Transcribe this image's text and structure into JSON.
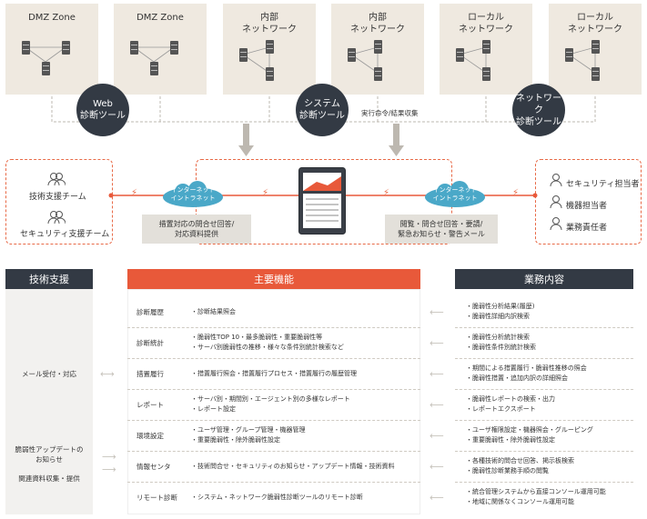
{
  "zones": [
    {
      "label": "DMZ Zone"
    },
    {
      "label": "DMZ Zone"
    },
    {
      "label": "内部\nネットワーク"
    },
    {
      "label": "内部\nネットワーク"
    },
    {
      "label": "ローカル\nネットワーク"
    },
    {
      "label": "ローカル\nネットワーク"
    }
  ],
  "tools": [
    {
      "label": "Web\n診断ツール"
    },
    {
      "label": "システム\n診断ツール"
    },
    {
      "label": "ネットワーク\n診断ツール"
    }
  ],
  "exec_note": "実行命令/結果収集",
  "clouds": [
    {
      "label": "インターネット\nイントラネット"
    },
    {
      "label": "インターネット\nイントラネット"
    }
  ],
  "left_people": [
    "技術支援チーム",
    "セキュリティ支援チーム"
  ],
  "right_people": [
    "セキュリティ担当者",
    "機器担当者",
    "業務責任者"
  ],
  "center_labels": {
    "left": "措置対応の問合せ回答/\n対応資料提供",
    "right": "閲覧・問合せ回答・要請/\n緊急お知らせ・警告メール"
  },
  "headers": {
    "left": "技術支援",
    "center": "主要機能",
    "right": "業務内容"
  },
  "tech_support": {
    "item1": "メール受付・対応",
    "item2": "脆弱性アップデートの\nお知らせ",
    "item3": "関連資料収集・提供"
  },
  "functions": [
    {
      "name": "診断履歴",
      "lines": [
        "・診断結果照会"
      ]
    },
    {
      "name": "診断統計",
      "lines": [
        "・脆弱性TOP 10・最多脆弱性・重要脆弱性等",
        "・サーバ別脆弱性の推移・様々な条件別統計検索など"
      ]
    },
    {
      "name": "措置履行",
      "lines": [
        "・措置履行照会・措置履行プロセス・措置履行の履歴管理"
      ]
    },
    {
      "name": "レポート",
      "lines": [
        "・サーバ別・期間別・エージェント別の多様なレポート",
        "・レポート設定"
      ]
    },
    {
      "name": "環境設定",
      "lines": [
        "・ユーザ管理・グループ管理・機器管理",
        "・重要脆弱性・除外脆弱性設定"
      ]
    },
    {
      "name": "情報センタ",
      "lines": [
        "・技術問合せ・セキュリティのお知らせ・アップデート情報・技術資料"
      ]
    },
    {
      "name": "リモート診断",
      "lines": [
        "・システム・ネットワーク脆弱性診断ツールのリモート診断"
      ]
    }
  ],
  "business": [
    [
      "・脆弱性分析結果(履歴)",
      "・脆弱性詳細内訳検索"
    ],
    [
      "・脆弱性分析統計検索",
      "・脆弱性条件別統計検索"
    ],
    [
      "・期間による措置履行・脆弱性推移の照会",
      "・脆弱性措置・追加内訳の詳細照会"
    ],
    [
      "・脆弱性レポートの検索・出力",
      "・レポートエクスポート"
    ],
    [
      "・ユーザ権限設定・機器照会・グルーピング",
      "・重要脆弱性・除外脆弱性設定"
    ],
    [
      "・各種技術的問合せ回答、掲示板検索",
      "・脆弱性診断業務手順の閲覧"
    ],
    [
      "・統合管理システムから直接コンソール運用可能",
      "・地域に関係なくコンソール運用可能"
    ]
  ],
  "colors": {
    "accent": "#e8593a",
    "dark": "#333a44",
    "zone": "#efe9e0",
    "cloud": "#4aa8c8"
  }
}
